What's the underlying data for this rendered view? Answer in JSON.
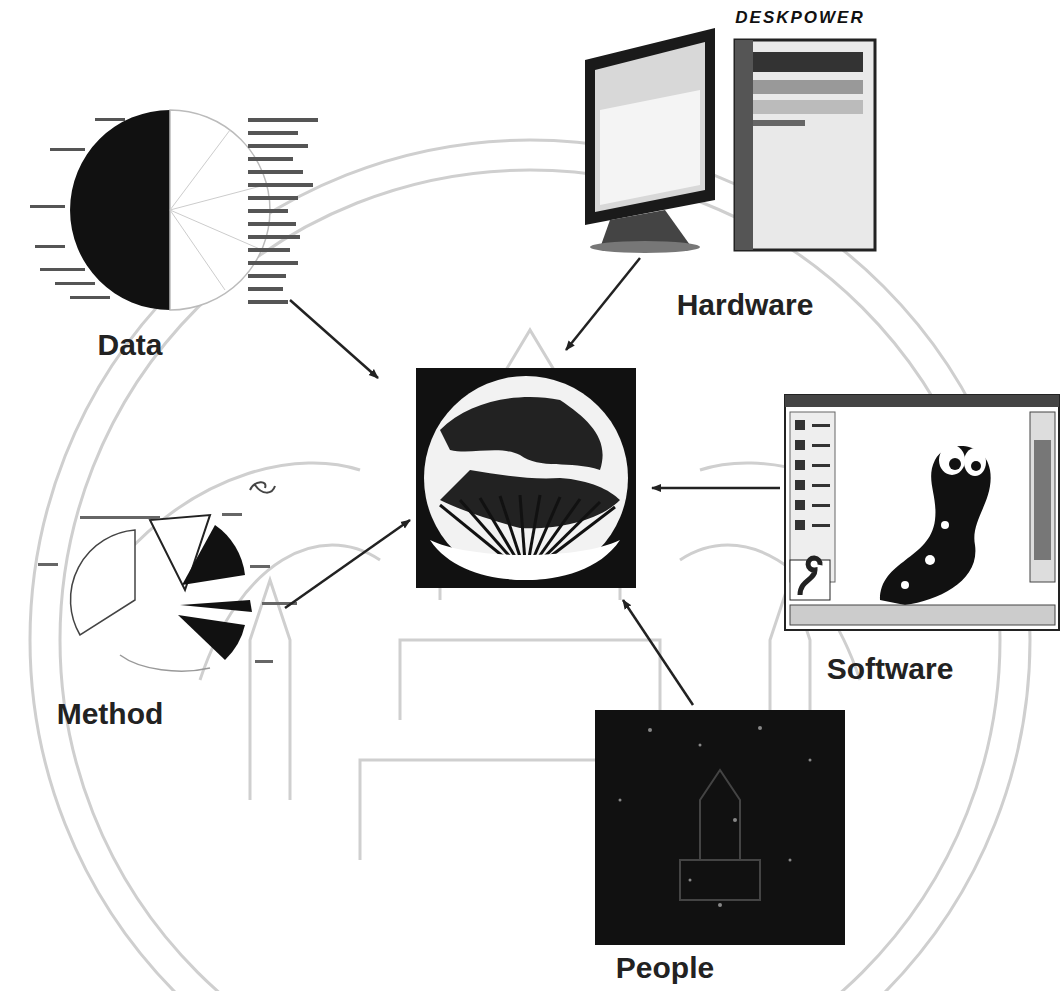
{
  "diagram": {
    "nodes": [
      {
        "text": [
          "Hardware"
        ]
      },
      {
        "text": [
          "Data"
        ]
      },
      {
        "text": [
          "Software"
        ]
      },
      {
        "text": [
          "Method"
        ]
      },
      {
        "text": [
          "People"
        ]
      }
    ],
    "labels": [
      "DESKPOWER"
    ]
  }
}
